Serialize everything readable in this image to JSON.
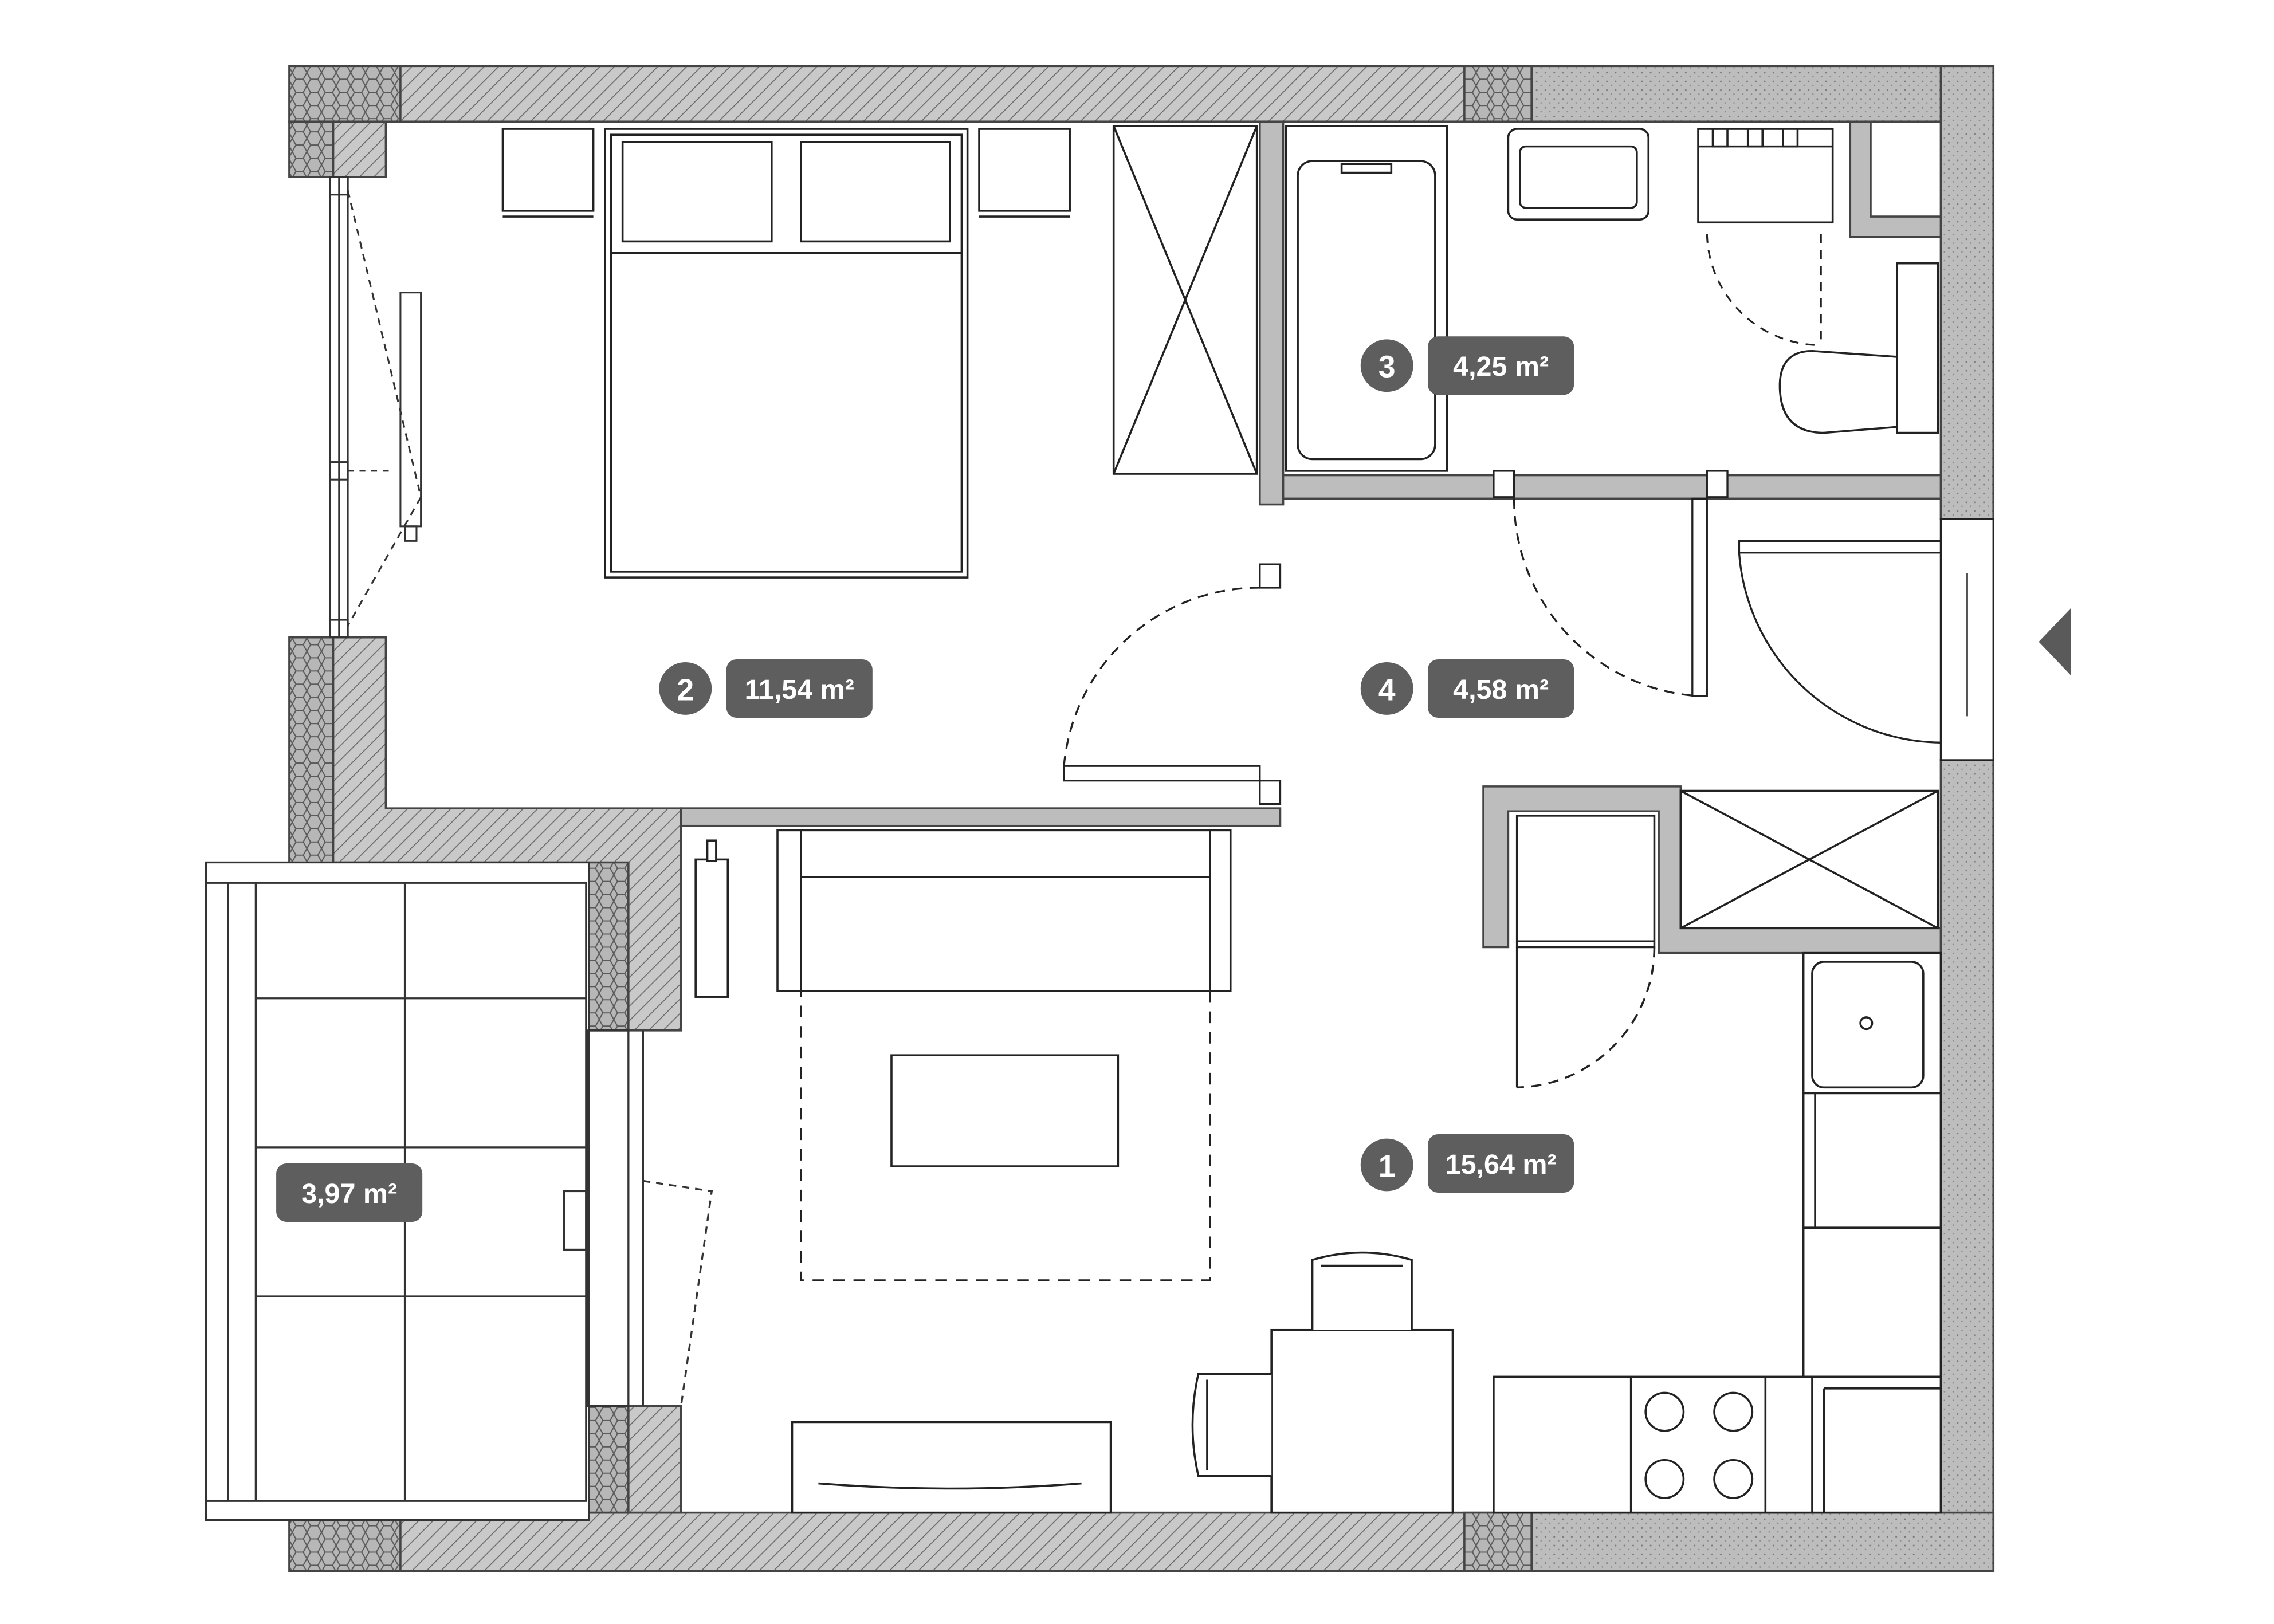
{
  "rooms": [
    {
      "number": "1",
      "area": "15,64 m²"
    },
    {
      "number": "2",
      "area": "11,54 m²"
    },
    {
      "number": "3",
      "area": "4,25 m²"
    },
    {
      "number": "4",
      "area": "4,58 m²"
    }
  ],
  "balcony": {
    "area": "3,97 m²"
  },
  "colors": {
    "wall_fill": "#b4b4b4",
    "wall_stroke": "#444444",
    "label_bg": "#5e5e5e",
    "label_text": "#ffffff",
    "line": "#222222"
  },
  "icons": {
    "entrance": "entrance-arrow-icon"
  }
}
